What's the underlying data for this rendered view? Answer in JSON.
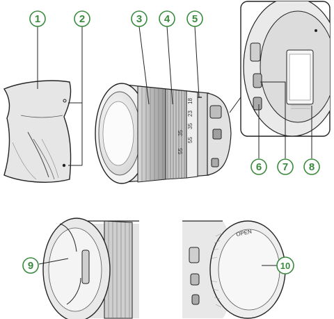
{
  "callouts": [
    {
      "id": "1",
      "label": "1"
    },
    {
      "id": "2",
      "label": "2"
    },
    {
      "id": "3",
      "label": "3"
    },
    {
      "id": "4",
      "label": "4"
    },
    {
      "id": "5",
      "label": "5"
    },
    {
      "id": "6",
      "label": "6"
    },
    {
      "id": "7",
      "label": "7"
    },
    {
      "id": "8",
      "label": "8"
    },
    {
      "id": "9",
      "label": "9"
    },
    {
      "id": "10",
      "label": "10"
    }
  ],
  "lens_markings": {
    "zoom_18": "18",
    "zoom_23": "23",
    "zoom_35": "35",
    "zoom_55": "55",
    "zoom_35_lower": "35",
    "zoom_55_lower": "55",
    "rear_cap_open": "OPEN"
  },
  "colors": {
    "callout_green": "#3a8a3e",
    "line": "#222222",
    "hood_fill": "#e6e6e6",
    "lens_fill": "#f1f1f1",
    "zoom_ring_fill": "#c9c9c9"
  }
}
